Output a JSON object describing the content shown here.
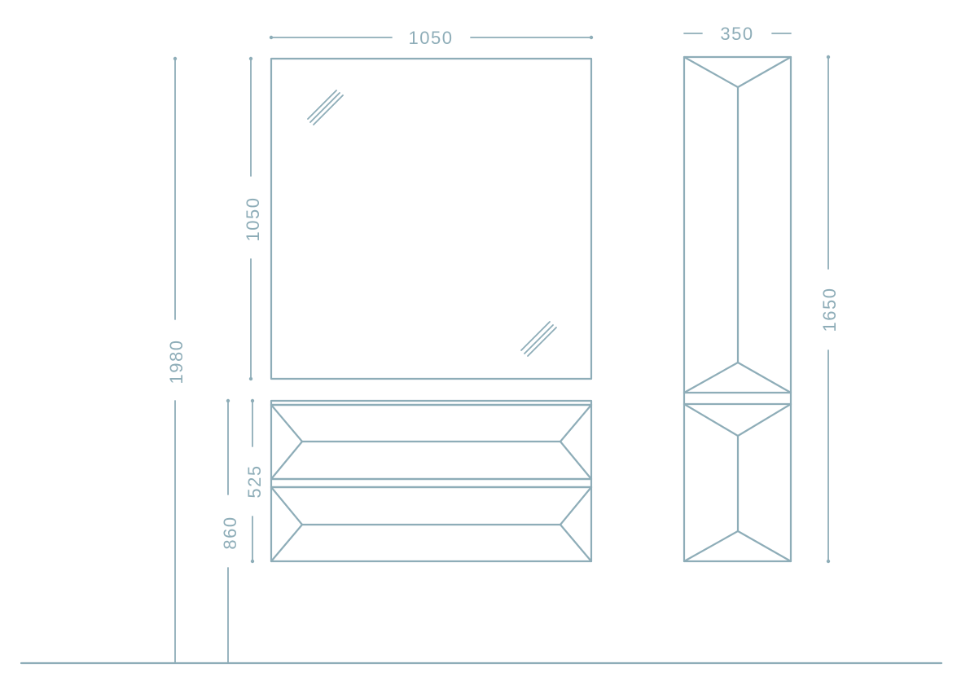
{
  "dimensions": {
    "mirror_width": "1050",
    "mirror_height": "1050",
    "column_width": "350",
    "column_height": "1650",
    "total_height": "1980",
    "vanity_height": "525",
    "vanity_mount_height": "860"
  },
  "colors": {
    "line": "#8eadb8",
    "background": "#ffffff"
  }
}
